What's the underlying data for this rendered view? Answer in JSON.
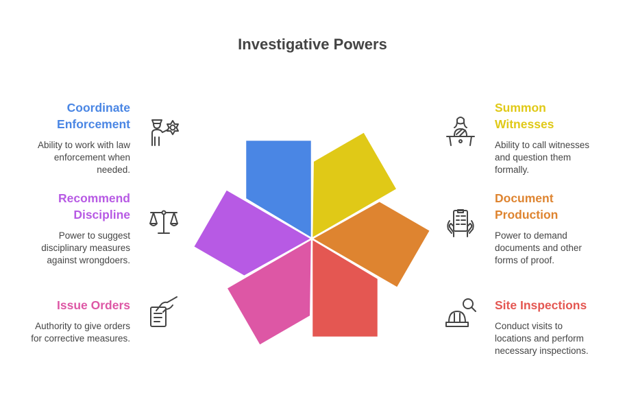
{
  "title": "Investigative Powers",
  "items": [
    {
      "title_lines": [
        "Coordinate",
        "Enforcement"
      ],
      "description_lines": [
        "Ability to work with law",
        "enforcement when",
        "needed."
      ],
      "color": "#4a86e4",
      "icon": "police-officer-badge-icon"
    },
    {
      "title_lines": [
        "Summon",
        "Witnesses"
      ],
      "description_lines": [
        "Ability to call witnesses",
        "and question them",
        "formally."
      ],
      "color": "#e0c917",
      "icon": "witness-podium-icon"
    },
    {
      "title_lines": [
        "Document",
        "Production"
      ],
      "description_lines": [
        "Power to demand",
        "documents and other",
        "forms of proof."
      ],
      "color": "#de8430",
      "icon": "hands-holding-document-icon"
    },
    {
      "title_lines": [
        "Site Inspections"
      ],
      "description_lines": [
        "Conduct visits to",
        "locations and perform",
        "necessary inspections."
      ],
      "color": "#e45752",
      "icon": "hardhat-search-icon"
    },
    {
      "title_lines": [
        "Issue Orders"
      ],
      "description_lines": [
        "Authority to give orders",
        "for corrective measures."
      ],
      "color": "#dd57a5",
      "icon": "hand-giving-document-icon"
    },
    {
      "title_lines": [
        "Recommend",
        "Discipline"
      ],
      "description_lines": [
        "Power to suggest",
        "disciplinary measures",
        "against wrongdoers."
      ],
      "color": "#b75ae4",
      "icon": "scales-icon"
    }
  ]
}
